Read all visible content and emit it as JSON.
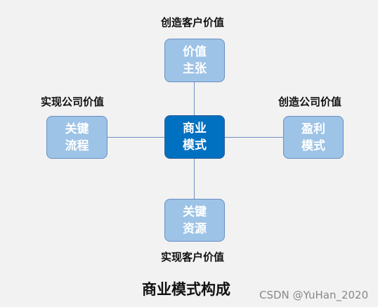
{
  "diagram": {
    "center": {
      "text": "商业\n模式"
    },
    "top": {
      "text": "价值\n主张",
      "caption": "创造客户价值"
    },
    "left": {
      "text": "关键\n流程",
      "caption": "实现公司价值"
    },
    "right": {
      "text": "盈利\n模式",
      "caption": "创造公司价值"
    },
    "bottom": {
      "text": "关键\n资源",
      "caption": "实现客户价值"
    }
  },
  "title": "商业模式构成",
  "watermark": "CSDN @YuHan_2020",
  "colors": {
    "background": "#f2f2f2",
    "center_fill": "#0070c0",
    "outer_fill": "#9dc3e6",
    "connector": "#6e8fc0"
  }
}
